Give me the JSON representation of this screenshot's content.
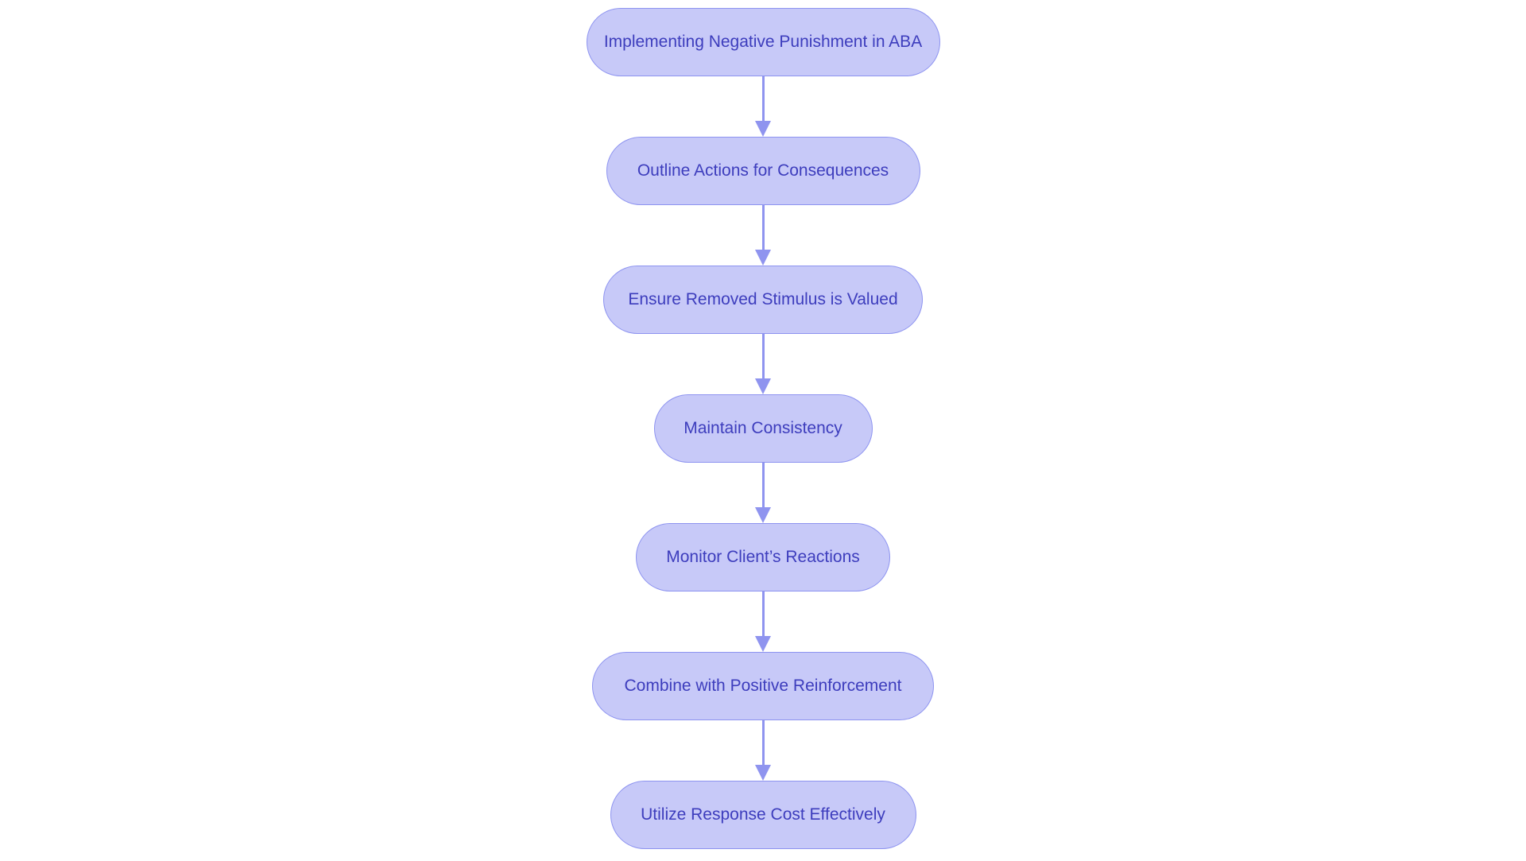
{
  "diagram": {
    "type": "flowchart",
    "direction": "top-down",
    "nodes": [
      {
        "step": 1,
        "label": "Implementing Negative Punishment in ABA"
      },
      {
        "step": 2,
        "label": "Outline Actions for Consequences"
      },
      {
        "step": 3,
        "label": "Ensure Removed Stimulus is Valued"
      },
      {
        "step": 4,
        "label": "Maintain Consistency"
      },
      {
        "step": 5,
        "label": "Monitor Client’s Reactions"
      },
      {
        "step": 6,
        "label": "Combine with Positive Reinforcement"
      },
      {
        "step": 7,
        "label": "Utilize Response Cost Effectively"
      }
    ],
    "connections": [
      {
        "from": 1,
        "to": 2
      },
      {
        "from": 2,
        "to": 3
      },
      {
        "from": 3,
        "to": 4
      },
      {
        "from": 4,
        "to": 5
      },
      {
        "from": 5,
        "to": 6
      },
      {
        "from": 6,
        "to": 7
      }
    ],
    "colors": {
      "background": "#ffffff",
      "node_fill": "#c7c9f8",
      "node_border": "#8d93f0",
      "node_text": "#3d3dbd",
      "arrow": "#8f94ef"
    }
  }
}
